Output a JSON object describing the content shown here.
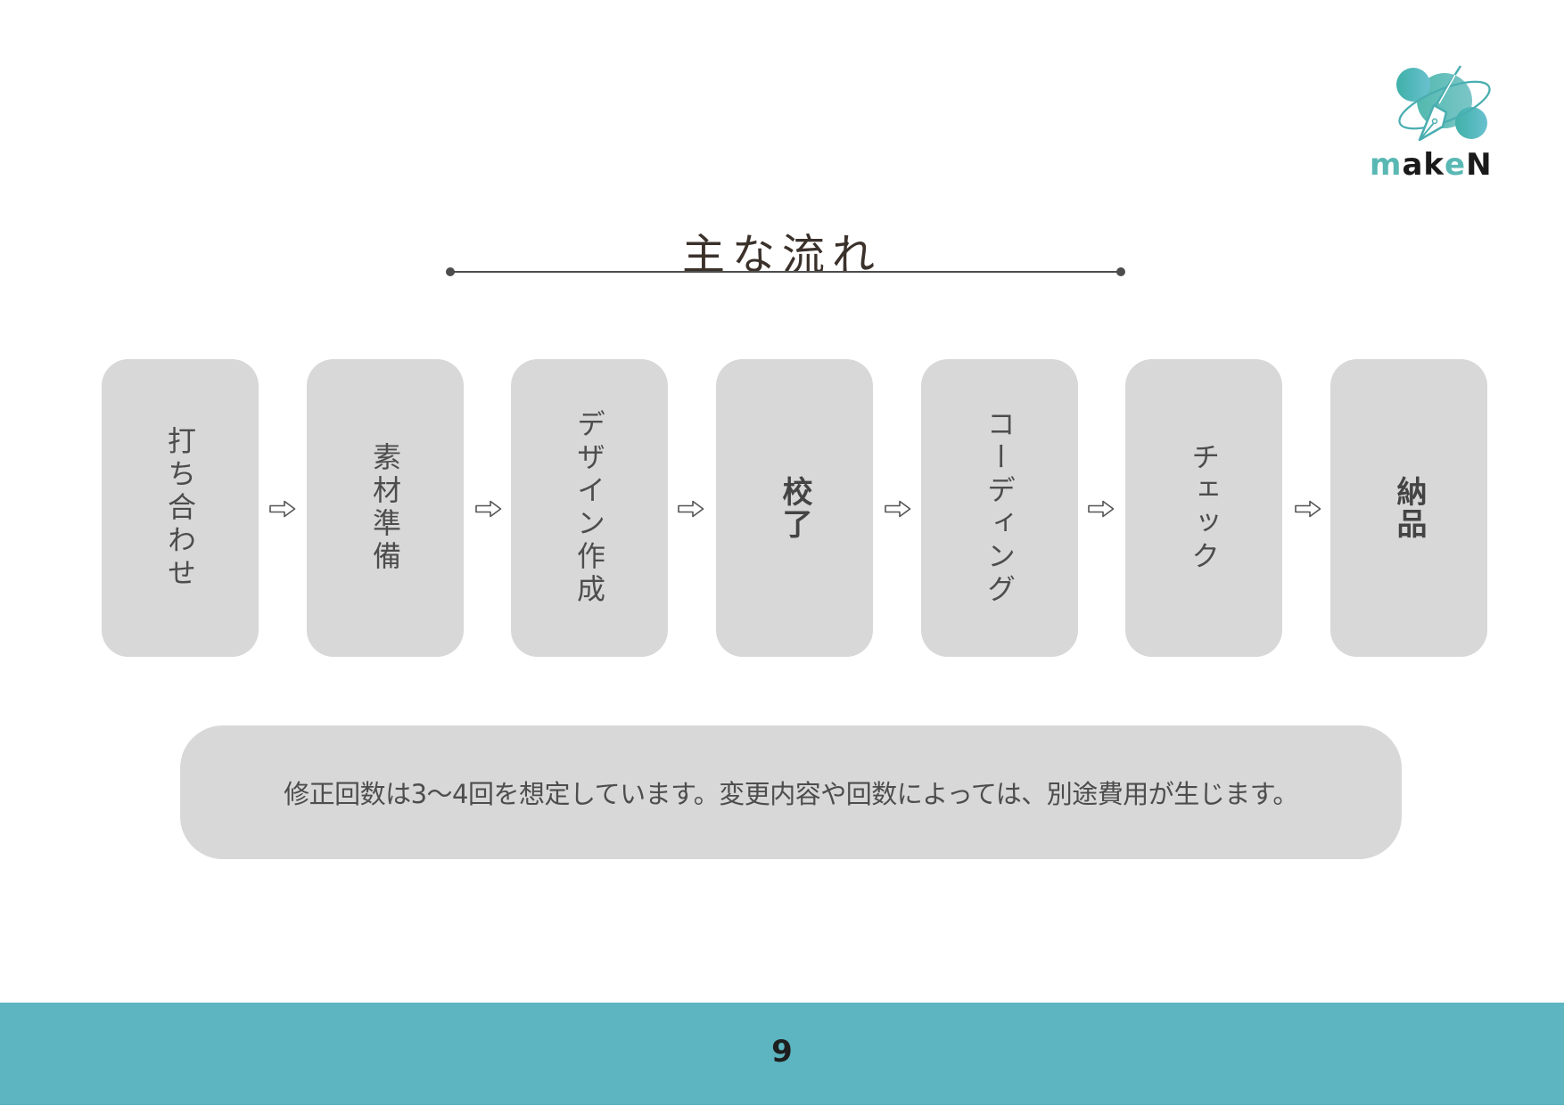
{
  "logo": {
    "brand": "makeN",
    "letters": [
      {
        "char": "m",
        "color": "#5ab8b4"
      },
      {
        "char": "a",
        "color": "#1a1a1a"
      },
      {
        "char": "k",
        "color": "#1a1a1a"
      },
      {
        "char": "e",
        "color": "#5ab8b4"
      },
      {
        "char": "N",
        "color": "#1a1a1a"
      }
    ],
    "icon": "pen-nib-orbit-icon",
    "accent": "#5ab8b4"
  },
  "header": {
    "title": "主な流れ"
  },
  "flow": {
    "arrow_icon": "outline-right-arrow-icon",
    "steps": [
      {
        "label": "打ち合わせ",
        "bold": false
      },
      {
        "label": "素材準備",
        "bold": false
      },
      {
        "label": "デザイン作成",
        "bold": false
      },
      {
        "label": "校了",
        "bold": true
      },
      {
        "label": "コーディング",
        "bold": false
      },
      {
        "label": "チェック",
        "bold": false
      },
      {
        "label": "納品",
        "bold": true
      }
    ]
  },
  "note": {
    "text": "修正回数は3〜4回を想定しています。変更内容や回数によっては、別途費用が生じます。"
  },
  "footer": {
    "page_number": "9",
    "color": "#5cb5c1"
  }
}
